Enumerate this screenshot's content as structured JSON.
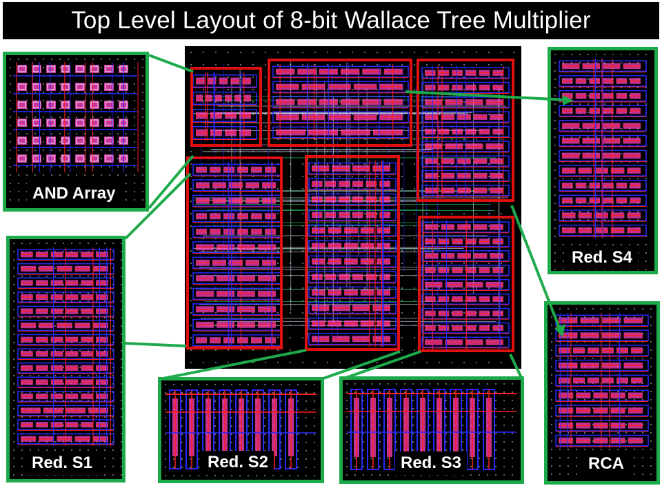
{
  "title": "Top Level Layout of 8-bit Wallace Tree Multiplier",
  "panels": {
    "and_array": {
      "label": "AND Array"
    },
    "red_s1": {
      "label": "Red. S1"
    },
    "red_s2": {
      "label": "Red. S2"
    },
    "red_s3": {
      "label": "Red. S3"
    },
    "red_s4": {
      "label": "Red. S4"
    },
    "rca": {
      "label": "RCA"
    }
  },
  "colors": {
    "callout_green": "#1daa4b",
    "highlight_red": "#e01010",
    "metal_blue": "#2a2aff",
    "metal_red": "#ff2020",
    "metal_magenta": "#ff40c0",
    "metal_green": "#20d060",
    "metal_white": "#e8e8ff"
  }
}
